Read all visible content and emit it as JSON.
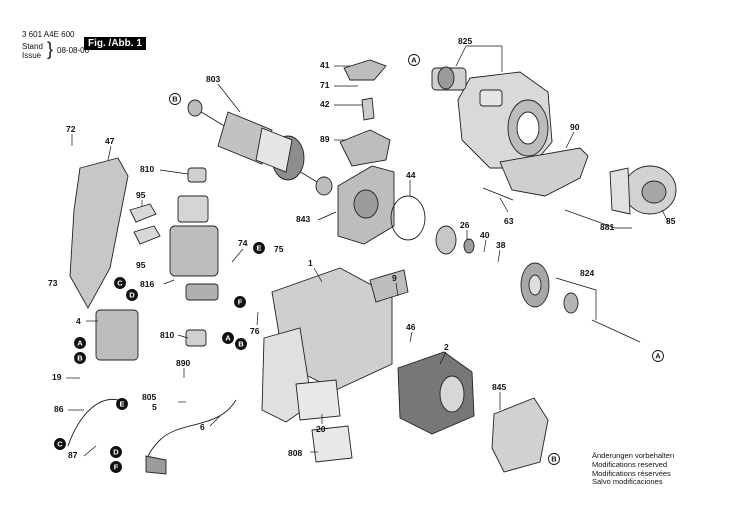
{
  "header": {
    "doc_number": "3 601 A4E 600",
    "stand_label": "Stand",
    "issue_label": "Issue",
    "date": "08-08-06",
    "figure_label": "Fig. /Abb. 1"
  },
  "notes": [
    "Änderungen vorbehalten",
    "Modifications reserved",
    "Modifications réservées",
    "Salvo modificaciones"
  ],
  "parts": [
    {
      "id": "p825",
      "label": "825"
    },
    {
      "id": "p41",
      "label": "41"
    },
    {
      "id": "p71",
      "label": "71"
    },
    {
      "id": "p42",
      "label": "42"
    },
    {
      "id": "p89",
      "label": "89"
    },
    {
      "id": "p803",
      "label": "803"
    },
    {
      "id": "p72",
      "label": "72"
    },
    {
      "id": "p47",
      "label": "47"
    },
    {
      "id": "p810a",
      "label": "810"
    },
    {
      "id": "p95a",
      "label": "95"
    },
    {
      "id": "p95b",
      "label": "95"
    },
    {
      "id": "p816",
      "label": "816"
    },
    {
      "id": "p74",
      "label": "74"
    },
    {
      "id": "p75",
      "label": "75"
    },
    {
      "id": "p843",
      "label": "843"
    },
    {
      "id": "p44",
      "label": "44"
    },
    {
      "id": "p90",
      "label": "90"
    },
    {
      "id": "p63",
      "label": "63"
    },
    {
      "id": "p85",
      "label": "85"
    },
    {
      "id": "p881",
      "label": "881"
    },
    {
      "id": "p26",
      "label": "26"
    },
    {
      "id": "p40",
      "label": "40"
    },
    {
      "id": "p38",
      "label": "38"
    },
    {
      "id": "p824",
      "label": "824"
    },
    {
      "id": "p73",
      "label": "73"
    },
    {
      "id": "p1",
      "label": "1"
    },
    {
      "id": "p9",
      "label": "9"
    },
    {
      "id": "p4",
      "label": "4"
    },
    {
      "id": "p76",
      "label": "76"
    },
    {
      "id": "p46",
      "label": "46"
    },
    {
      "id": "p810b",
      "label": "810"
    },
    {
      "id": "p2",
      "label": "2"
    },
    {
      "id": "p890",
      "label": "890"
    },
    {
      "id": "p19",
      "label": "19"
    },
    {
      "id": "p805",
      "label": "805"
    },
    {
      "id": "p5",
      "label": "5"
    },
    {
      "id": "p86",
      "label": "86"
    },
    {
      "id": "p6",
      "label": "6"
    },
    {
      "id": "p20",
      "label": "20"
    },
    {
      "id": "p845",
      "label": "845"
    },
    {
      "id": "p87",
      "label": "87"
    },
    {
      "id": "p808",
      "label": "808"
    }
  ],
  "refs": [
    {
      "id": "rA1",
      "label": "A"
    },
    {
      "id": "rB1",
      "label": "B"
    },
    {
      "id": "rE1",
      "label": "E"
    },
    {
      "id": "rC1",
      "label": "C"
    },
    {
      "id": "rD1",
      "label": "D"
    },
    {
      "id": "rF1",
      "label": "F"
    },
    {
      "id": "rA2",
      "label": "A"
    },
    {
      "id": "rB2",
      "label": "B"
    },
    {
      "id": "rA3",
      "label": "A"
    },
    {
      "id": "rB3",
      "label": "B"
    },
    {
      "id": "rA4",
      "label": "A"
    },
    {
      "id": "rE2",
      "label": "E"
    },
    {
      "id": "rC2",
      "label": "C"
    },
    {
      "id": "rD2",
      "label": "D"
    },
    {
      "id": "rF2",
      "label": "F"
    },
    {
      "id": "rB4",
      "label": "B"
    }
  ]
}
